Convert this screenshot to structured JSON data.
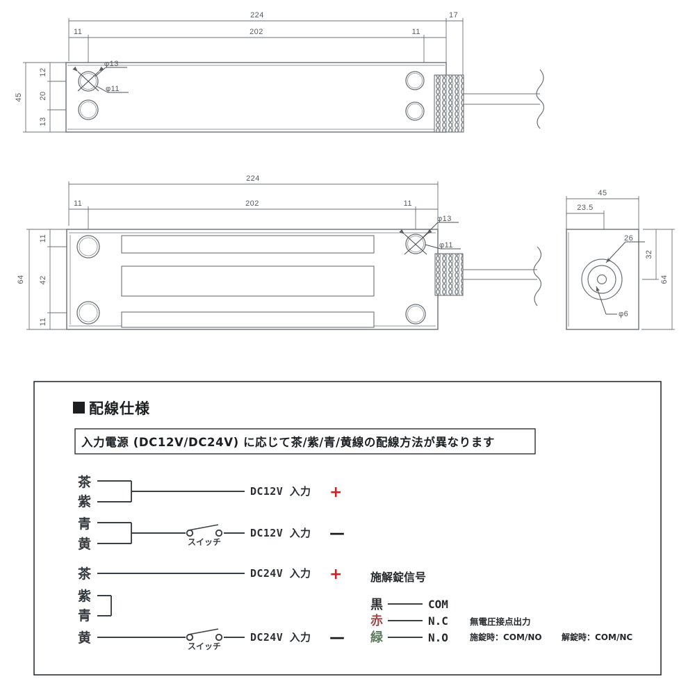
{
  "drawing": {
    "title_block_present": false,
    "views": [
      {
        "name": "top-view-plan",
        "dimensions_horizontal": [
          "224",
          "202",
          "11",
          "11",
          "17"
        ],
        "dimensions_vertical": [
          "45",
          "12",
          "20",
          "13"
        ],
        "hole_callouts": [
          "φ13",
          "φ11"
        ]
      },
      {
        "name": "face-view-armature",
        "dimensions_horizontal": [
          "224",
          "202",
          "11",
          "11"
        ],
        "dimensions_vertical": [
          "64",
          "11",
          "42",
          "11"
        ],
        "hole_callouts": [
          "φ13",
          "φ11"
        ]
      },
      {
        "name": "side-end-view",
        "dimensions_horizontal": [
          "45",
          "23.5"
        ],
        "dimensions_vertical": [
          "64",
          "32"
        ],
        "hole_callouts": [
          "26",
          "φ6"
        ]
      }
    ]
  },
  "wiring_panel": {
    "bullet": "■",
    "section_title": "配線仕様",
    "notice": "入力電源 (DC12V/DC24V) に応じて茶/紫/青/黄線の配線方法が異なります",
    "switch_label": "スイッチ",
    "groups": [
      {
        "id": "dc12v",
        "rows": [
          {
            "wires": [
              "茶",
              "紫"
            ],
            "bracket": "join-to-output",
            "has_switch": false,
            "output_label": "DC12V 入力",
            "polarity": "+",
            "polarity_color": "#cc2222"
          },
          {
            "wires": [
              "青",
              "黄"
            ],
            "bracket": "join-to-output",
            "has_switch": true,
            "output_label": "DC12V 入力",
            "polarity": "—",
            "polarity_color": "#1a1a1a"
          }
        ]
      },
      {
        "id": "dc24v",
        "rows": [
          {
            "wires": [
              "茶"
            ],
            "bracket": "direct",
            "has_switch": false,
            "output_label": "DC24V 入力",
            "polarity": "+",
            "polarity_color": "#cc2222"
          },
          {
            "wires": [
              "紫",
              "青"
            ],
            "bracket": "tie-together-only",
            "has_switch": false,
            "output_label": "",
            "polarity": "",
            "polarity_color": ""
          },
          {
            "wires": [
              "黄"
            ],
            "bracket": "direct",
            "has_switch": true,
            "output_label": "DC24V 入力",
            "polarity": "—",
            "polarity_color": "#1a1a1a"
          }
        ]
      }
    ],
    "signal_block": {
      "title": "施解錠信号",
      "rows": [
        {
          "wire": "黒",
          "terminal": "COM",
          "wire_color": "#2b2f33"
        },
        {
          "wire": "赤",
          "terminal": "N.C",
          "wire_color": "#9d4a4a"
        },
        {
          "wire": "緑",
          "terminal": "N.O",
          "wire_color": "#5d7a5d"
        }
      ],
      "note_line1": "無電圧接点出力",
      "note_line2_a": "施錠時：COM/NO",
      "note_line2_b": "解錠時：COM/NC"
    }
  },
  "colors": {
    "line": "#6b7075",
    "line_dark": "#4a4f54",
    "hatch": "#8b9095",
    "panel_border": "#2b2f33",
    "accent_red": "#cc2222"
  }
}
